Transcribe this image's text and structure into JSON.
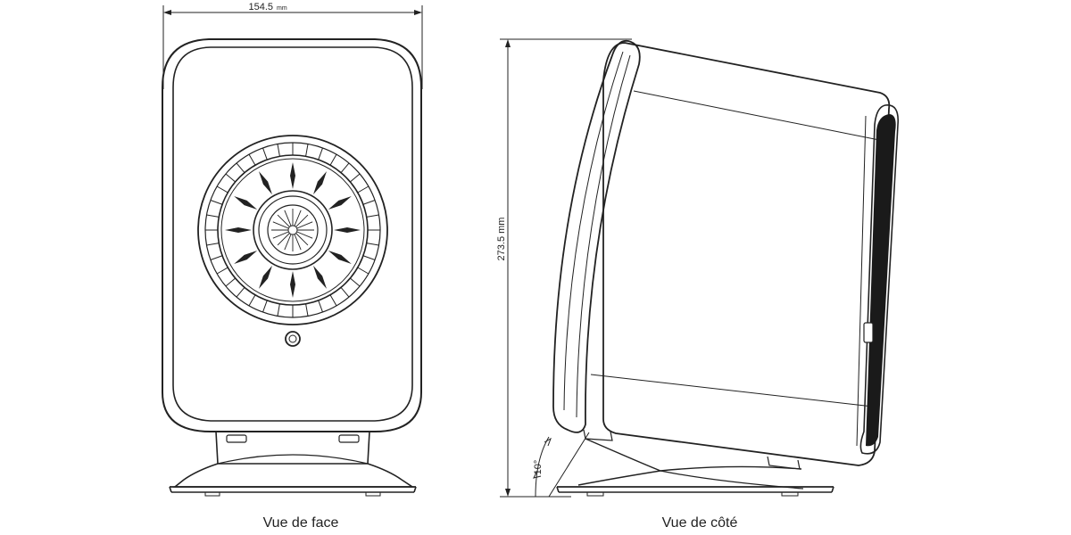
{
  "dimensions": {
    "width_value": "154.5",
    "width_unit": "mm",
    "height_value": "273.5 mm",
    "angle": "10°"
  },
  "captions": {
    "front": "Vue de face",
    "side": "Vue de côté"
  },
  "colors": {
    "line": "#222222",
    "grille": "#1a1a1a",
    "background": "#ffffff"
  }
}
